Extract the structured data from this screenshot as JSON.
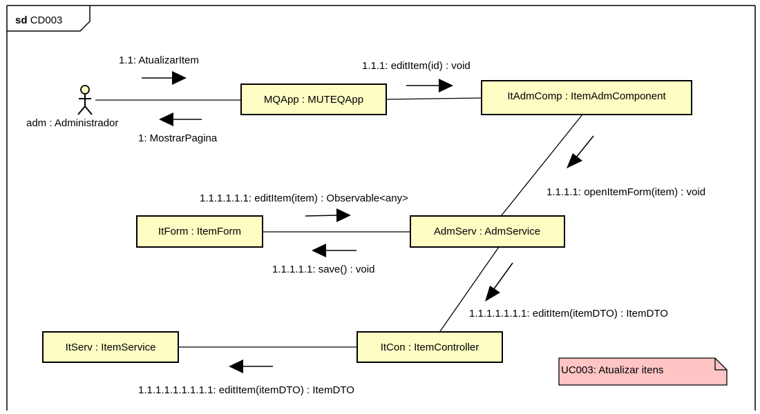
{
  "frame": {
    "keyword": "sd",
    "name": "CD003"
  },
  "actor": {
    "label": "adm : Administrador"
  },
  "lifelines": {
    "mqapp": "MQApp : MUTEQApp",
    "itadmcomp": "ItAdmComp : ItemAdmComponent",
    "itform": "ItForm : ItemForm",
    "admserv": "AdmServ : AdmService",
    "itserv": "ItServ : ItemService",
    "itcon": "ItCon : ItemController"
  },
  "messages": {
    "atualizar_item": "1.1: AtualizarItem",
    "mostrar_pagina": "1: MostrarPagina",
    "edit_item_id": "1.1.1: editItem(id) : void",
    "open_item_form": "1.1.1.1: openItemForm(item) : void",
    "edit_item_observable": "1.1.1.1.1.1: editItem(item) : Observable<any>",
    "save": "1.1.1.1.1: save() : void",
    "edit_item_dto_ctrl": "1.1.1.1.1.1.1: editItem(itemDTO) : ItemDTO",
    "edit_item_dto_serv": "1.1.1.1.1.1.1.1.1: editItem(itemDTO) : ItemDTO"
  },
  "note": {
    "text": "UC003: Atualizar itens",
    "color": "#ffc4c4"
  },
  "colors": {
    "lifeline_fill": "#fdfdc4",
    "note_fill": "#ffc4c4"
  }
}
